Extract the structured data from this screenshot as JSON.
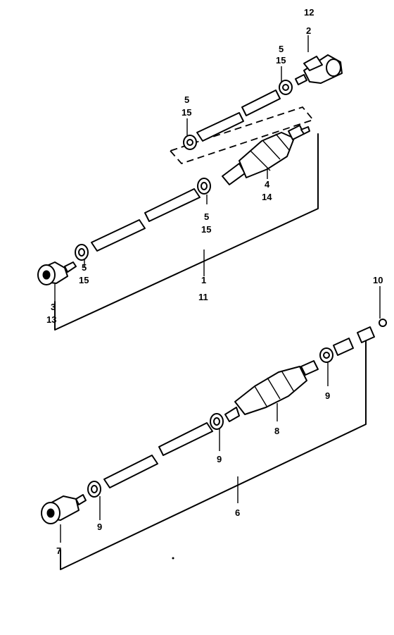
{
  "callouts": {
    "upper": {
      "c12": "12",
      "c2": "2",
      "c5a": "5",
      "c15a": "15",
      "c5b": "5",
      "c15b": "15",
      "c4": "4",
      "c14": "14",
      "c5c": "5",
      "c15c": "15",
      "c5d": "5",
      "c15d": "15",
      "c3": "3",
      "c13": "13",
      "c1": "1",
      "c11": "11"
    },
    "lower": {
      "c10": "10",
      "c9a": "9",
      "c8": "8",
      "c9b": "9",
      "c9c": "9",
      "c6": "6",
      "c7": "7"
    }
  }
}
